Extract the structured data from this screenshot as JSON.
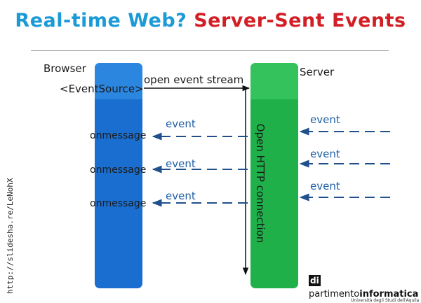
{
  "title": {
    "part1": "Real-time Web?",
    "part2": "Server-Sent Events"
  },
  "browser": {
    "label": "Browser",
    "event_source": "<EventSource>"
  },
  "server": {
    "label": "Server"
  },
  "request": {
    "label": "open event stream"
  },
  "connection": {
    "label": "Open HTTP connection"
  },
  "browser_handlers": [
    "onmessage",
    "onmessage",
    "onmessage"
  ],
  "client_events": [
    "event",
    "event",
    "event"
  ],
  "server_events": [
    "event",
    "event",
    "event"
  ],
  "source_url": "http://slidesha.re/LeNohX",
  "logo": {
    "mark": "di",
    "text_a": "partimento",
    "text_b": "informatica",
    "subtitle": "Università degli Studi dell'Aquila"
  },
  "colors": {
    "title_blue": "#1a9ad6",
    "title_red": "#d21f26",
    "browser_bar": "#1a6ecf",
    "server_bar": "#1fb04a",
    "event_arrow": "#1f4f8c"
  }
}
